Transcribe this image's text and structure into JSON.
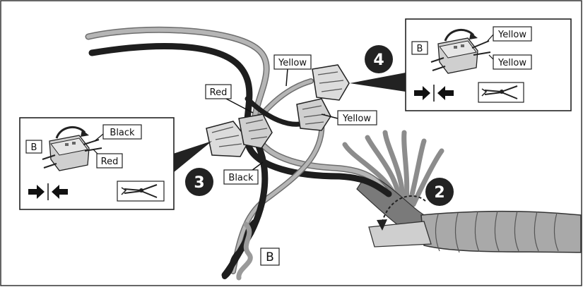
{
  "labels": {
    "yellow_top": "Yellow",
    "red": "Red",
    "yellow_mid": "Yellow",
    "black": "Black",
    "b_bottom": "B"
  },
  "steps": {
    "step2": "2",
    "step3": "3",
    "step4": "4"
  },
  "inset_left": {
    "b_label": "B",
    "wire_top": "Black",
    "wire_bottom": "Red"
  },
  "inset_right": {
    "b_label": "B",
    "wire_top": "Yellow",
    "wire_bottom": "Yellow"
  },
  "icons": [
    "connector-icon",
    "press-arrows-icon",
    "pliers-icon",
    "splice-connector-icon",
    "harness-tape-icon"
  ],
  "colors": {
    "black_wire": "#2a2a2a",
    "gray_wire": "#a6a6a6",
    "harness": "#9a9a9a",
    "badge": "#222222"
  }
}
